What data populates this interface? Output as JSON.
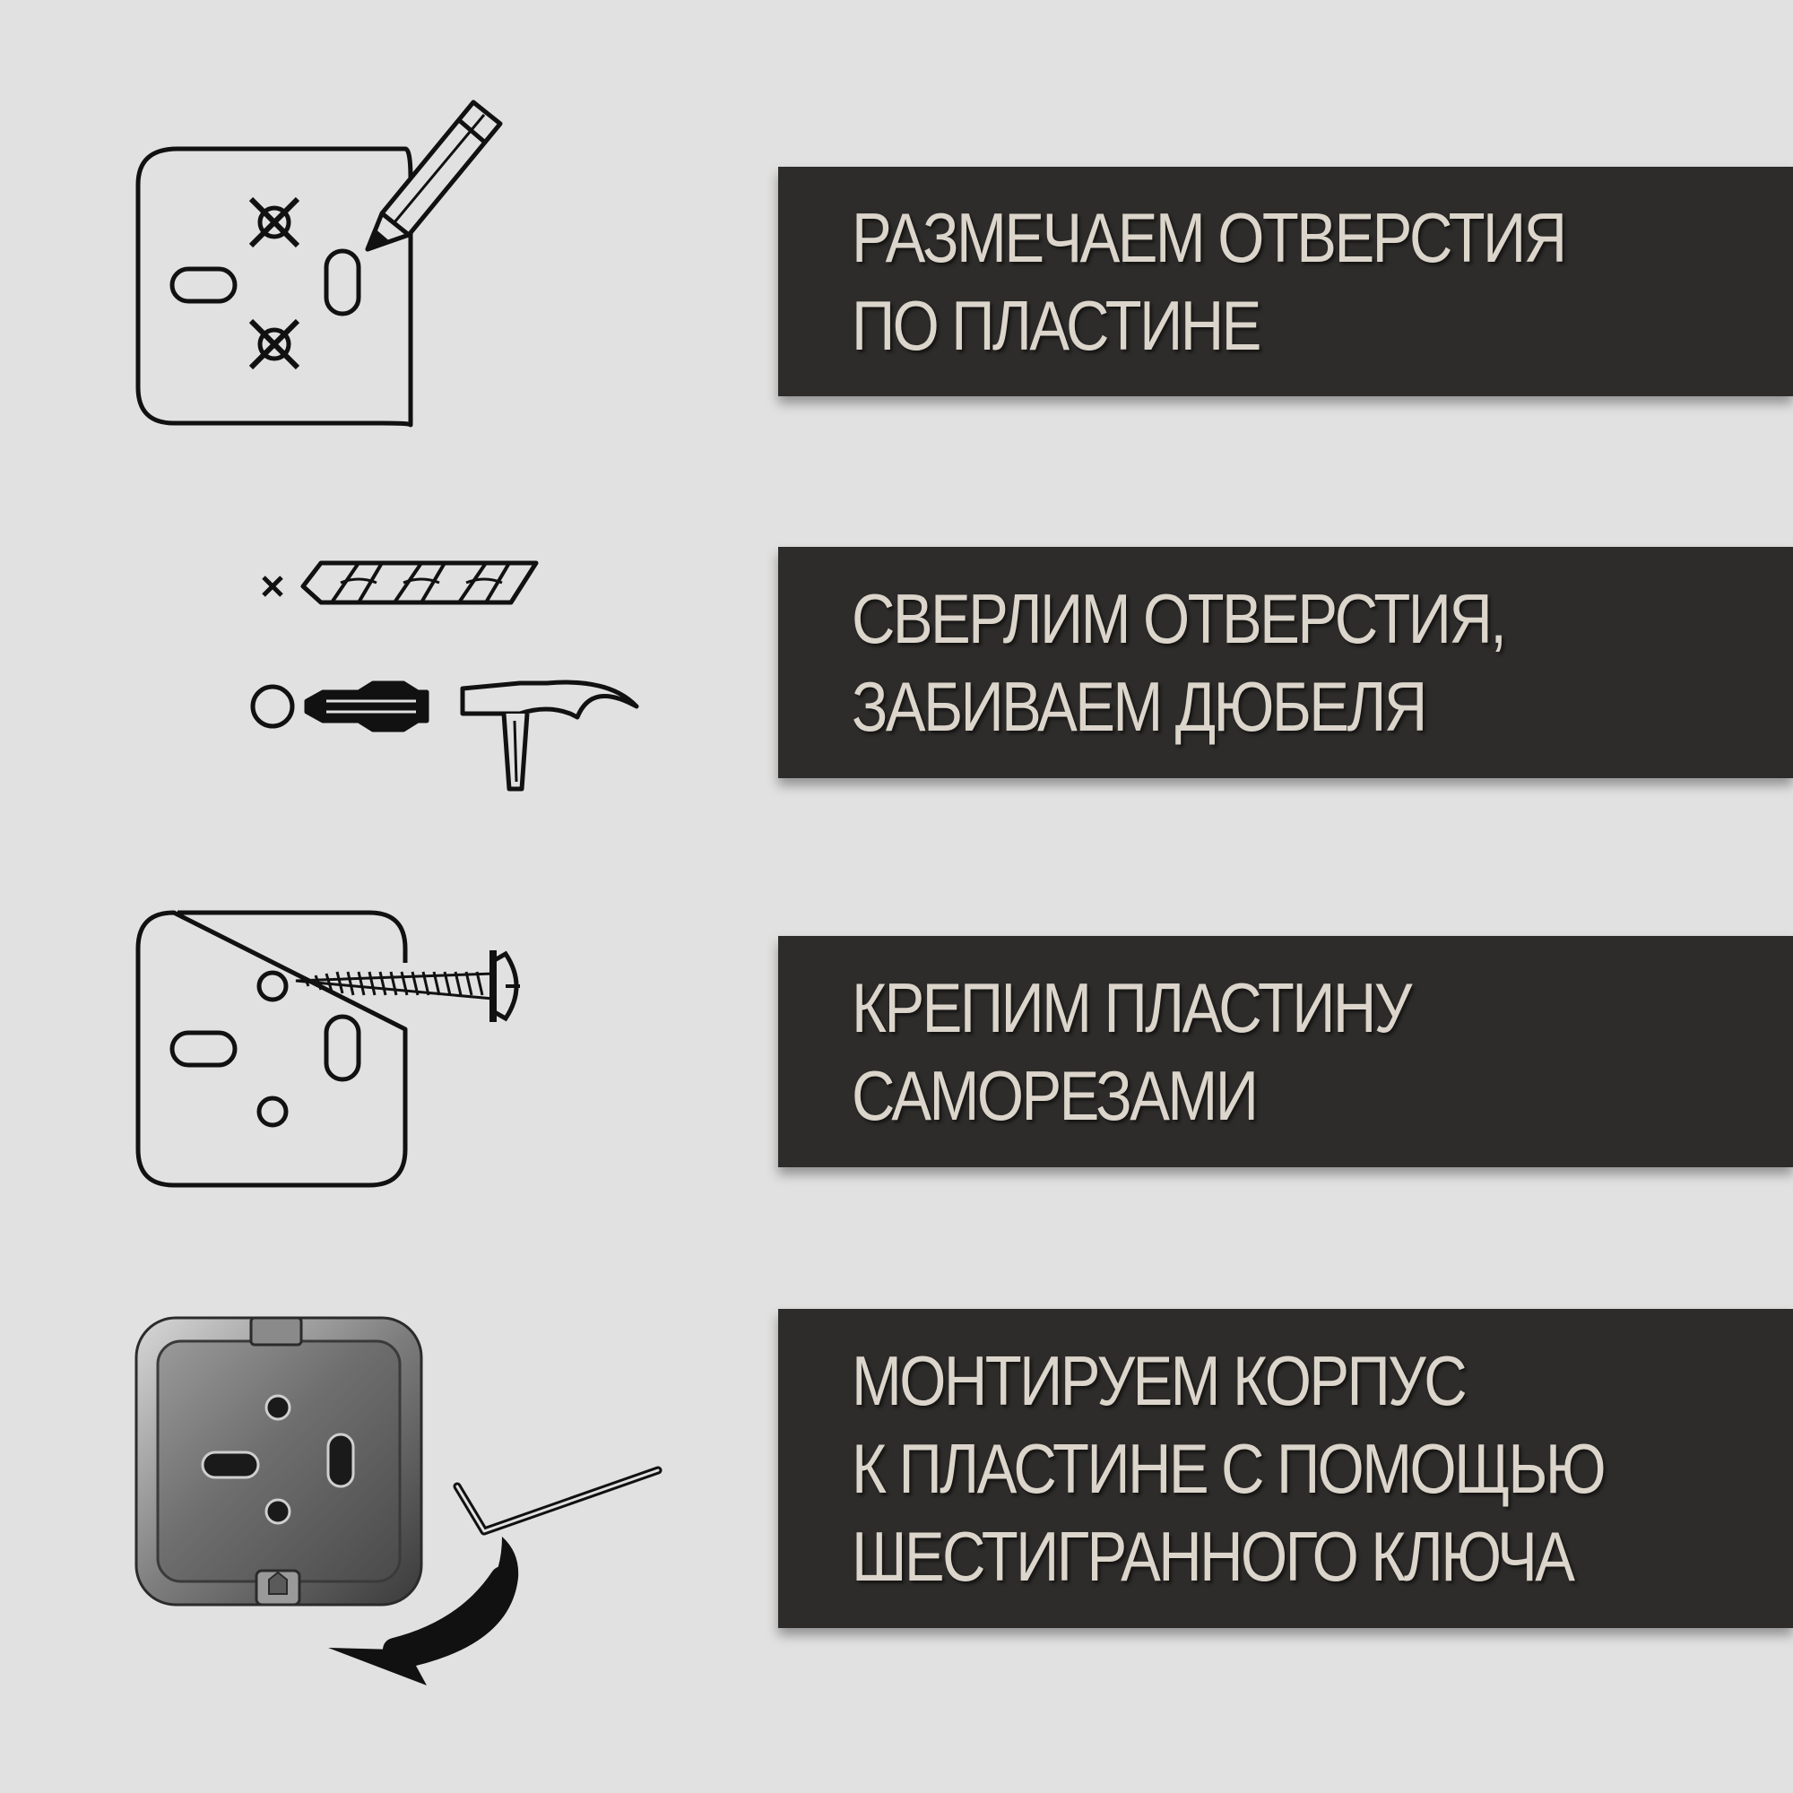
{
  "steps": [
    {
      "icon": "mark-holes-icon",
      "lines": [
        "РАЗМЕЧАЕМ ОТВЕРСТИЯ",
        "ПО ПЛАСТИНЕ"
      ]
    },
    {
      "icon": "drill-and-dowel-icon",
      "lines": [
        "СВЕРЛИМ ОТВЕРСТИЯ,",
        "ЗАБИВАЕМ ДЮБЕЛЯ"
      ]
    },
    {
      "icon": "screw-plate-icon",
      "lines": [
        "КРЕПИМ ПЛАСТИНУ",
        "САМОРЕЗАМИ"
      ]
    },
    {
      "icon": "hex-key-mount-icon",
      "lines": [
        "МОНТИРУЕМ КОРПУС",
        "К ПЛАСТИНЕ С ПОМОЩЬЮ",
        "ШЕСТИГРАННОГО КЛЮЧА"
      ]
    }
  ],
  "colors": {
    "background": "#e1e1e1",
    "panel": "#2d2c2a",
    "text": "#dcd5cb",
    "icon_stroke": "#111111"
  }
}
